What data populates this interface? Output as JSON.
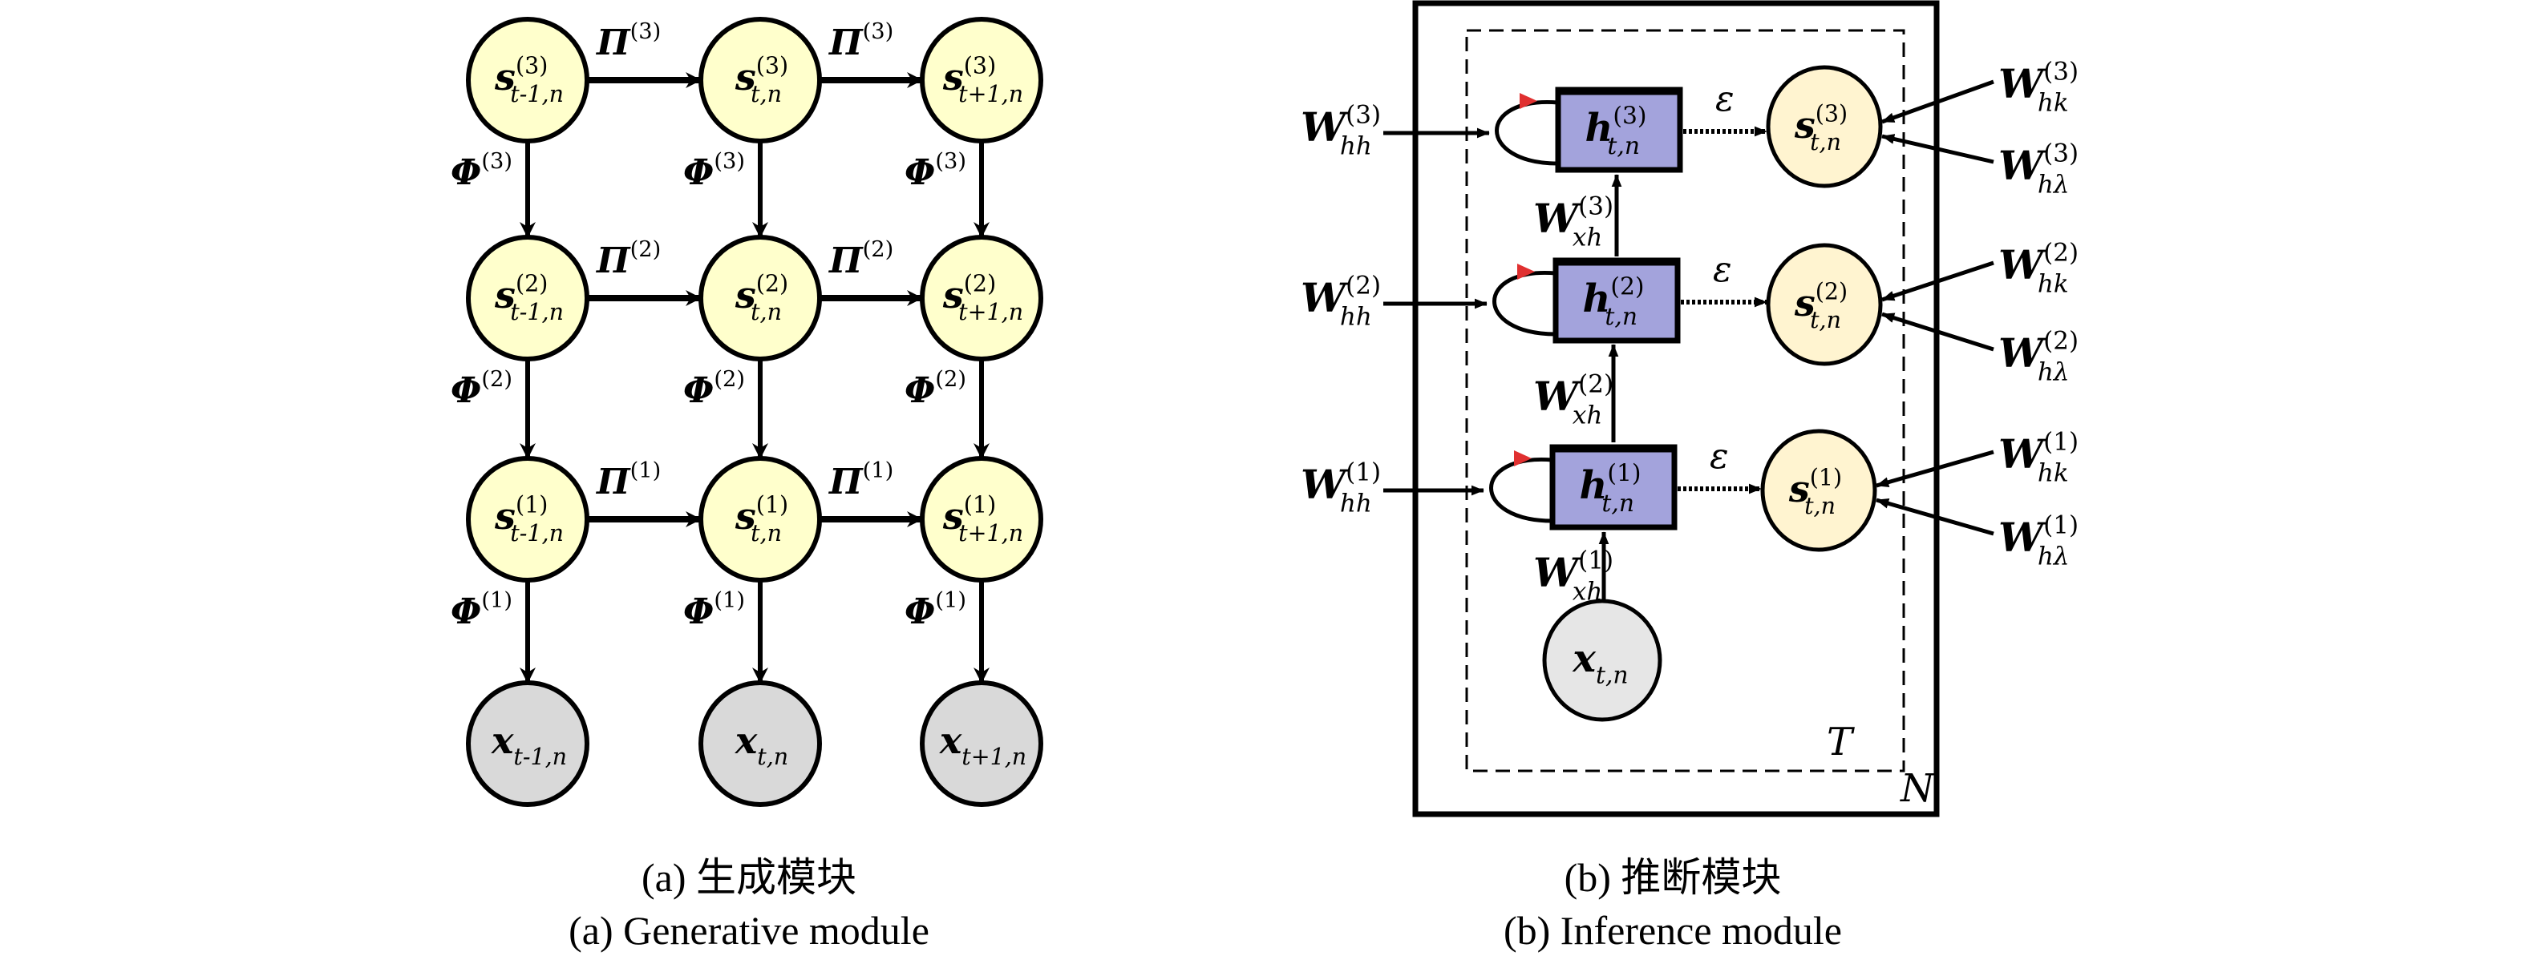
{
  "figure": {
    "panel_a": {
      "caption_zh": "(a) 生成模块",
      "caption_en": "(a) Generative module",
      "levels": [
        "3",
        "2",
        "1"
      ],
      "time_subscripts": [
        "t-1,n",
        "t,n",
        "t+1,n"
      ],
      "state_symbol": "s",
      "observation_symbol": "x",
      "transition_symbol": "Π",
      "emission_symbol": "Φ",
      "colors": {
        "state_fill": "#FFFFCC",
        "observation_fill": "#D9D9D9",
        "stroke": "#000000"
      }
    },
    "panel_b": {
      "caption_zh": "(b) 推断模块",
      "caption_en": "(b) Inference module",
      "levels": [
        "3",
        "2",
        "1"
      ],
      "hidden_symbol": "h",
      "state_symbol": "s",
      "input_symbol": "x",
      "node_subscript": "t,n",
      "epsilon_label": "ε",
      "recurrent_weight": {
        "symbol": "W",
        "sub": "hh"
      },
      "input_weight": {
        "symbol": "W",
        "sub": "xh"
      },
      "output_weights": [
        {
          "symbol": "W",
          "sub": "hk"
        },
        {
          "symbol": "W",
          "sub": "hλ"
        }
      ],
      "inner_plate_label": "T",
      "outer_plate_label": "N",
      "colors": {
        "hidden_fill": "#A3A3DC",
        "state_fill": "#FFF4D0",
        "input_fill": "#E6E6E6",
        "loop_arrow": "#E03030",
        "stroke": "#000000"
      }
    }
  }
}
